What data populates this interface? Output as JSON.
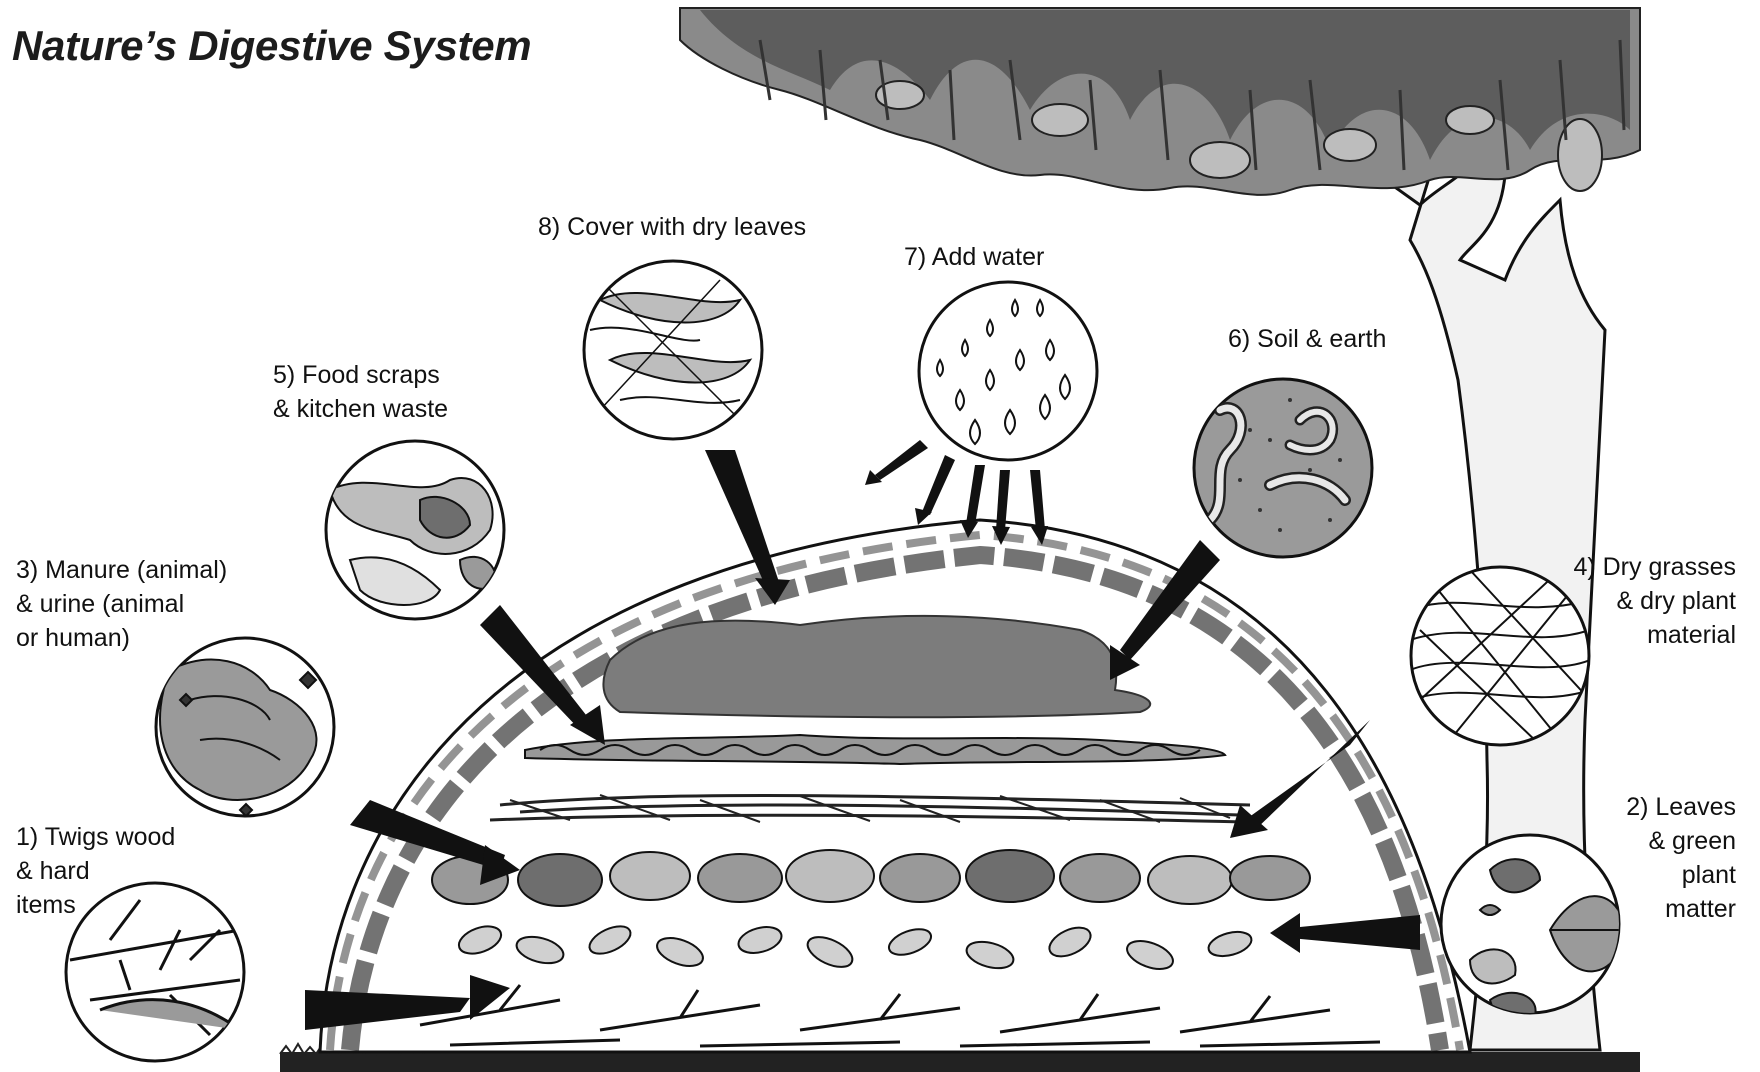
{
  "title": "Nature’s Digestive System",
  "labels": {
    "step1": [
      "1) Twigs wood",
      "& hard",
      "items"
    ],
    "step2": [
      "2) Leaves",
      "& green",
      "plant",
      "matter"
    ],
    "step3": [
      "3) Manure (animal)",
      "& urine (animal",
      "or human)"
    ],
    "step4": [
      "4) Dry grasses",
      "& dry plant",
      "material"
    ],
    "step5": [
      "5) Food scraps",
      "& kitchen waste"
    ],
    "step6": [
      "6) Soil & earth"
    ],
    "step7": [
      "7) Add water"
    ],
    "step8": [
      "8) Cover with dry leaves"
    ]
  },
  "colors": {
    "ink": "#111111",
    "ground": "#222222",
    "tree_trunk": "#f2f2f2",
    "canopy_dark": "#555555",
    "canopy_mid": "#8a8a8a",
    "canopy_light": "#bdbdbd",
    "manure": "#9a9a9a",
    "soil": "#7c7c7c"
  },
  "icons": [
    "tree-icon",
    "compost-heap-icon",
    "twigs-icon",
    "leaves-icon",
    "manure-icon",
    "dry-grass-icon",
    "food-scraps-icon",
    "soil-worm-icon",
    "water-drops-icon",
    "dry-leaves-icon",
    "arrow-icon"
  ]
}
